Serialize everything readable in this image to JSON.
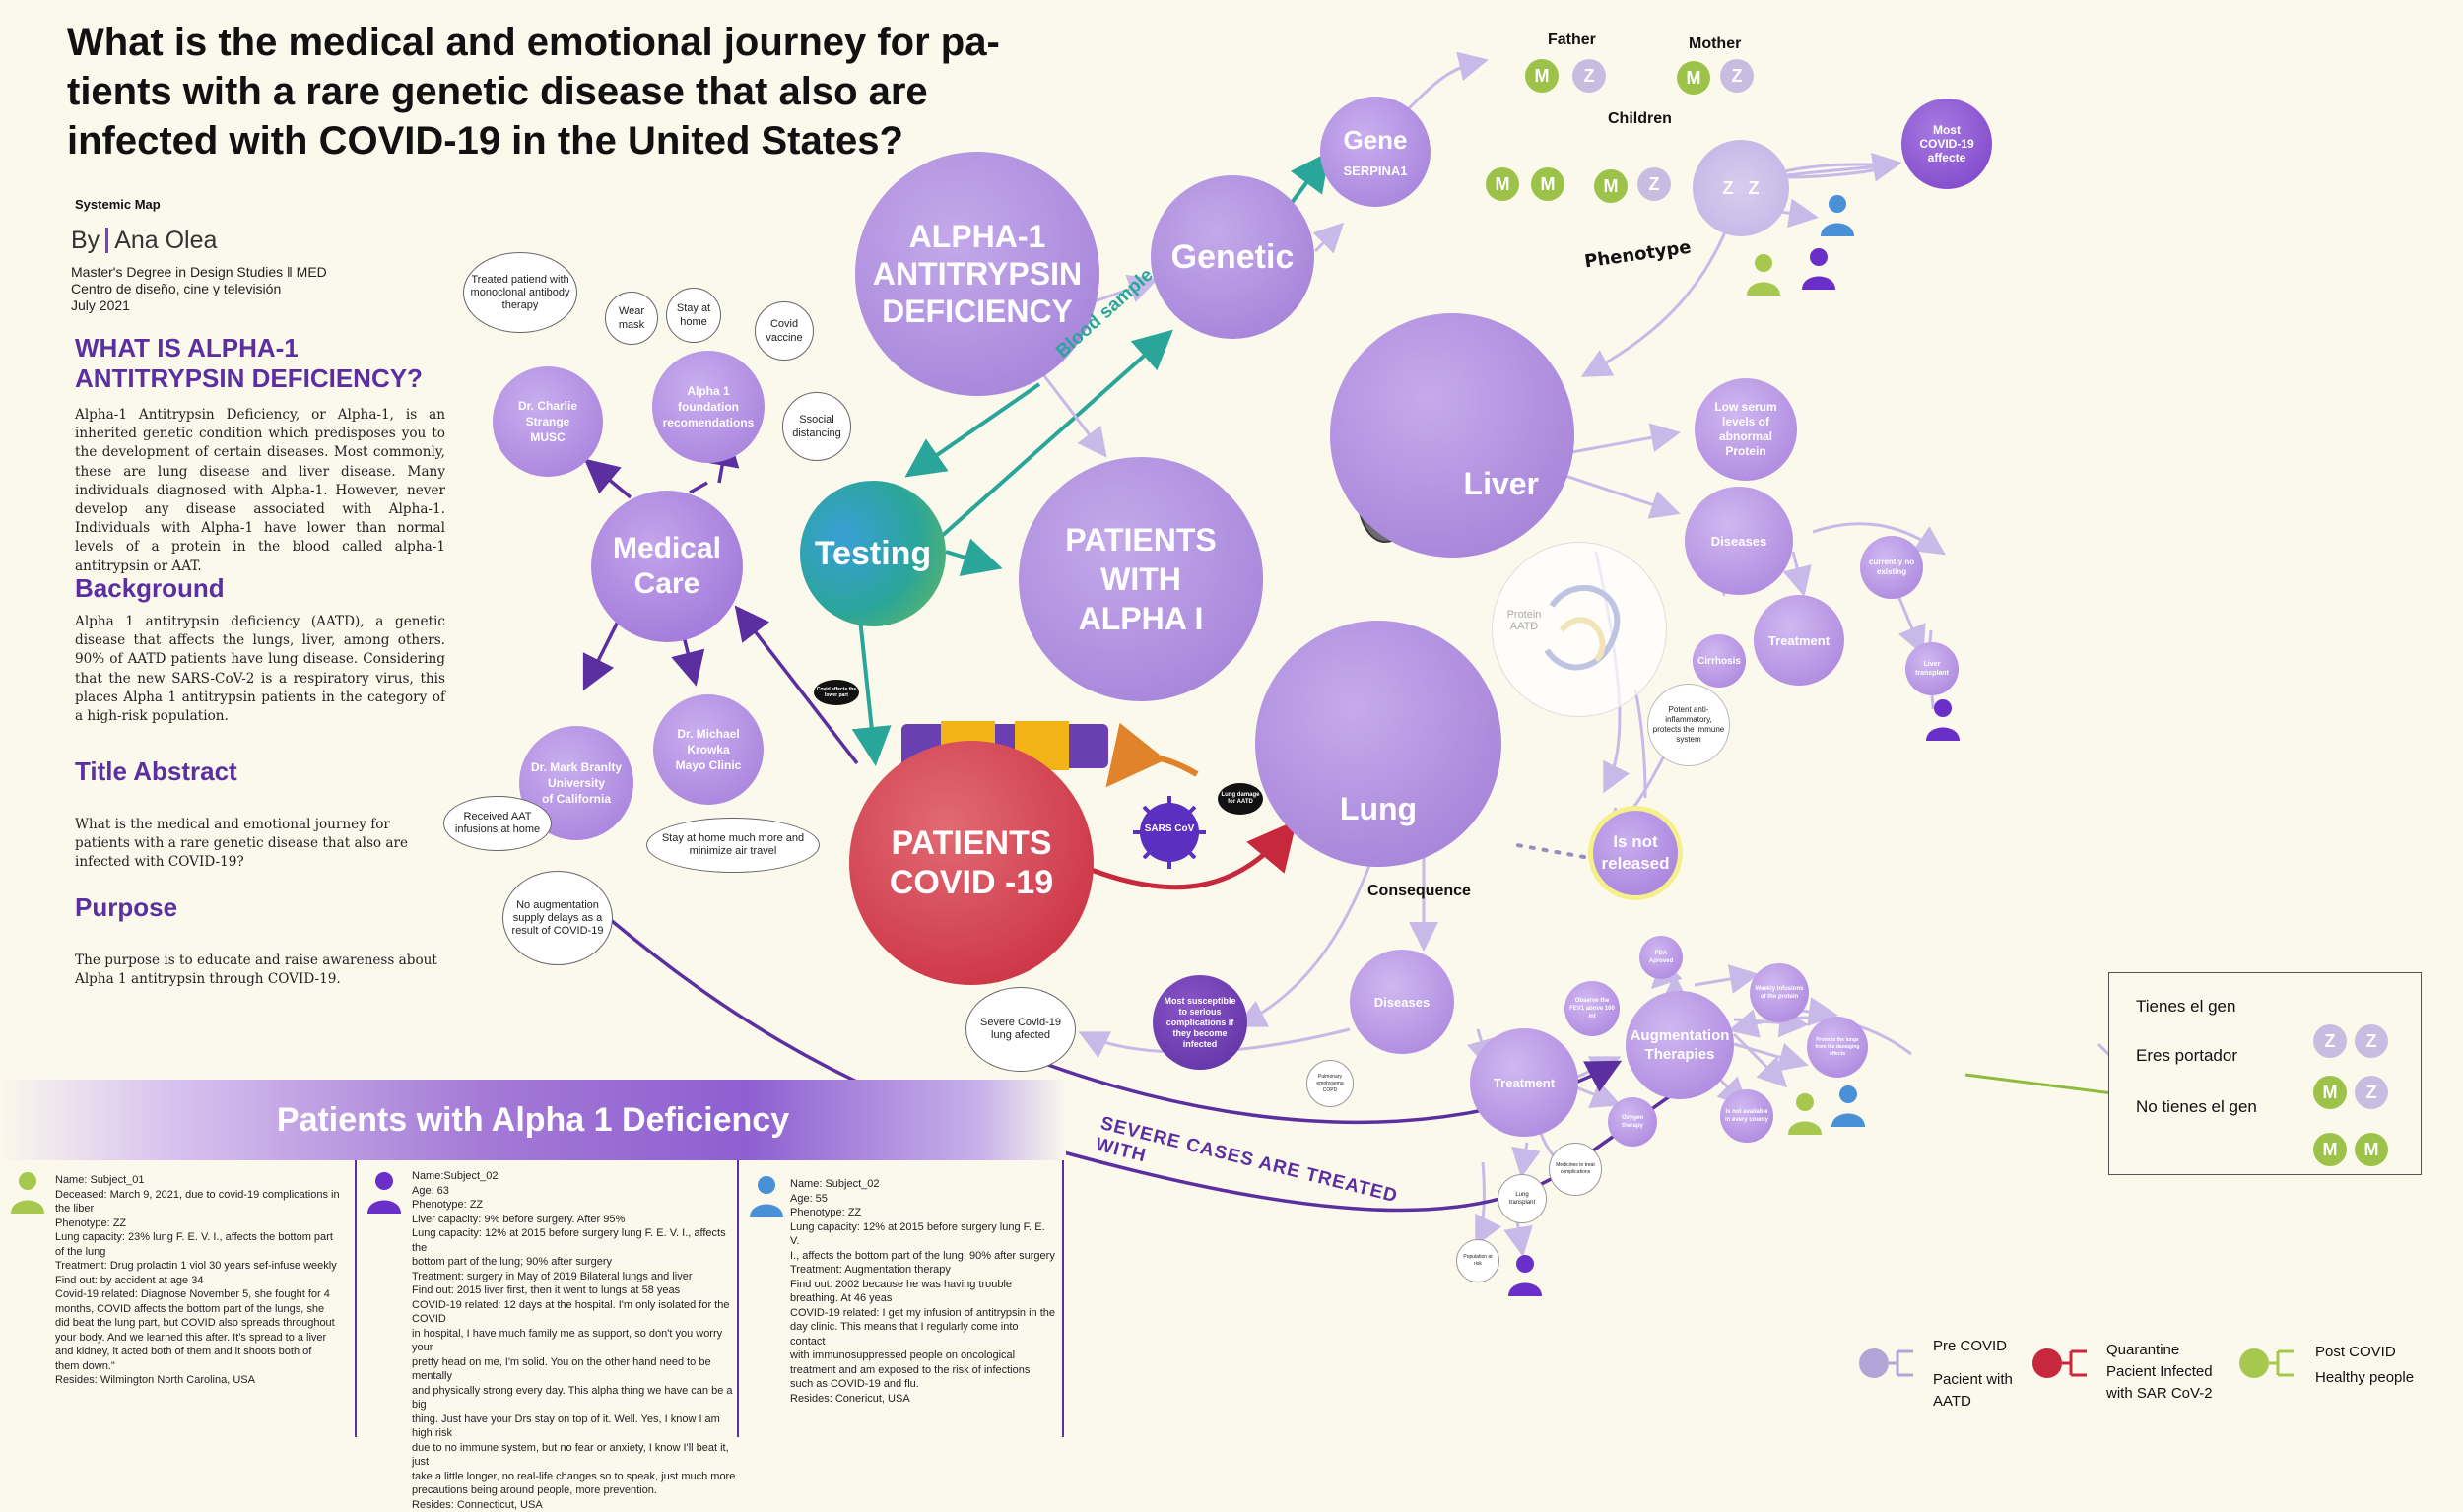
{
  "header": {
    "title": "What is the medical and emotional journey for pa-tients with a rare genetic disease that also are infected with COVID-19 in the United States?",
    "title_lines": [
      "What is the medical and emotional journey for pa-",
      "tients with a rare genetic disease that also are",
      "infected with COVID-19 in the United States?"
    ],
    "subtitle": "Systemic Map",
    "by": "By",
    "author": "Ana Olea",
    "affiliation_lines": [
      "Master's Degree in Design Studies ǁ MED",
      "Centro de diseño, cine y televisión",
      "July 2021"
    ]
  },
  "sections": [
    {
      "heading_lines": [
        "WHAT IS  ALPHA-1",
        "ANTITRYPSIN DEFICIENCY?"
      ],
      "text": "Alpha-1 Antitrypsin Deficiency, or Alpha-1, is an inherited genetic condition which predisposes you to the development of certain diseases. Most commonly, these are lung disease and liver disease. Many individuals diagnosed with Alpha-1. However, never develop any disease associated with Alpha-1. Individuals with Alpha-1 have lower than normal levels of a protein in the blood called alpha-1 antitrypsin or AAT."
    },
    {
      "heading": "Background",
      "text": "Alpha 1 antitrypsin deficiency (AATD), a genetic disease that affects the lungs, liver, among others. 90% of AATD patients have lung disease. Considering that the new SARS-CoV-2 is a respiratory virus, this places Alpha 1 antitrypsin patients in the category of a high-risk population."
    },
    {
      "heading": "Title Abstract",
      "text": "What is the medical and emotional journey for patients with a rare genetic disease that also are infected with COVID-19?"
    },
    {
      "heading": "Purpose",
      "text": "The purpose is to educate and raise awareness about Alpha 1 antitrypsin through COVID-19."
    }
  ],
  "map": {
    "alpha1_lines": [
      "ALPHA-1",
      "ANTITRYPSIN",
      "DEFICIENCY"
    ],
    "genetic": "Genetic",
    "gene": "Gene",
    "gene_name": "SERPINA1",
    "testing": "Testing",
    "blood_sample": "Blood sample",
    "patients_alpha_lines": [
      "PATIENTS",
      "WITH",
      "ALPHA I"
    ],
    "medical_care_lines": [
      "Medical",
      "Care"
    ],
    "dr_charlie": [
      "Dr. Charlie",
      "Strange",
      "MUSC"
    ],
    "alpha1_foundation": [
      "Alpha 1",
      "foundation",
      "recomendations"
    ],
    "dr_mark": [
      "Dr. Mark Branlty",
      "University",
      "of California"
    ],
    "dr_michael": [
      "Dr. Michael",
      "Krowka",
      "Mayo Clinic"
    ],
    "treated_patient": "Treated patiend with monoclonal antibody therapy",
    "wear_mask": "Wear mask",
    "stay_home": "Stay at home",
    "covid_vaccine": "Covid vaccine",
    "social_distancing": "Ssocial distancing",
    "received_aat": "Received AAT infusions at home",
    "no_augmentation": "No augmentation supply delays as a result of COVID-19",
    "stay_home_more": "Stay at home much more and minimize air travel",
    "patients_covid_lines": [
      "PATIENTS",
      "COVID -19"
    ],
    "covid_affects": "Covid affects the lower part",
    "sars_cov": "SARS CoV",
    "lung_damage": "Lung damage for AATD",
    "lung": "Lung",
    "liver": "Liver",
    "low_serum": "Low serum levels of abnormal Protein",
    "diseases": "Diseases",
    "treatment": "Treatment",
    "currently_no_existing": "currently no existing",
    "cirrhosis": "Cirrhosis",
    "liver_transplant": "Liver transplant",
    "protein_aatd": "Protein AATD",
    "potent_anti": "Potent anti-inflammatory, protects the immune system",
    "is_not_released": [
      "Is not",
      "released"
    ],
    "consequence": "Consequence",
    "most_susceptible": "Most susceptible to serious complications if they become infected",
    "severe_covid": "Severe Covid-19 lung afected",
    "severe_cases": "SEVERE CASES ARE TREATED WITH",
    "augmentation_therapies": [
      "Augmentation",
      "Therapies"
    ],
    "pulmonary_emphysema": "Pulmonary emphysema COPD",
    "lung_transplant": "Lung transplant",
    "medicines": "Medicines to treat complications",
    "population_at_risk": "Population at risk",
    "oxygen_therapy": "Oxygen therapy",
    "observe_fev1": "Observe the FEV1 above 100 ml",
    "fda_approved": "FDA Aproved",
    "weekly_infusions": "Weekly infusions of the protein",
    "protects_lungs": "Protects the lungs from the damaging effects",
    "not_available": "Is not available in every county",
    "father": "Father",
    "mother": "Mother",
    "children": "Children",
    "phenotype": "Phenotype",
    "most_affected": [
      "Most",
      "COVID-19",
      "affecte"
    ],
    "m": "M",
    "z": "Z"
  },
  "patients_banner": "Patients with Alpha 1 Deficiency",
  "patients": [
    {
      "lines": [
        "Name: Subject_01",
        "Deceased: March 9, 2021, due to covid-19 complications in",
        "the liber",
        "Phenotype: ZZ",
        "Lung capacity: 23% lung F. E. V. I., affects the bottom part",
        "of the lung",
        "Treatment: Drug prolactin 1 viol 30 years sef-infuse weekly",
        "Find out: by accident at age 34",
        "Covid-19 related:  Diagnose November 5, she fought for 4",
        "months, COVID affects the bottom part of the lungs, she",
        "did beat the lung part, but COVID also spreads throughout",
        "your body. And we learned this after. It's spread to a liver",
        "and kidney, it acted both of them and it shoots both of",
        "them down.\"",
        "Resides: Wilmington North Carolina, USA"
      ]
    },
    {
      "lines": [
        "Name:Subject_02",
        "Age: 63",
        "Phenotype: ZZ",
        "Liver capacity: 9% before surgery. After 95%",
        "Lung capacity: 12% at 2015 before surgery lung F. E. V. I., affects the",
        "bottom part of the lung; 90% after surgery",
        "Treatment: surgery in May of 2019 Bilateral lungs and liver",
        "Find out: 2015 liver first, then it went to lungs at 58 yeas",
        "COVID-19 related: 12 days at the hospital. I'm only isolated for the COVID",
        "in hospital, I have much family me as support, so don't you worry your",
        "pretty head on me, I'm solid. You on the other hand need to be mentally",
        "and physically strong every day. This alpha thing we have can be a big",
        "thing. Just have your Drs stay on top of it. Well. Yes, I know I am high risk",
        "due to no immune system, but no fear or anxiety, I know I'll beat it, just",
        "take a little longer, no real-life changes so to speak, just much more",
        "precautions being around people, more prevention.",
        "Resides: Connecticut, USA"
      ]
    },
    {
      "lines": [
        "Name: Subject_02",
        "Age: 55",
        "Phenotype: ZZ",
        "Lung capacity: 12% at 2015 before surgery lung F. E. V.",
        "I., affects the bottom part of the lung; 90% after surgery",
        "Treatment: Augmentation therapy",
        "Find out: 2002 because he was having trouble",
        "breathing. At 46 yeas",
        "COVID-19 related: I get my infusion of antitrypsin in the",
        "day clinic. This means that I regularly come into contact",
        "with immunosuppressed people on oncological",
        "treatment and am exposed to the risk of infections",
        "such as COVID-19 and flu.",
        "Resides: Conericut, USA"
      ]
    }
  ],
  "genotype_legend": [
    {
      "label": "Tienes el gen",
      "a": "Z",
      "b": "Z"
    },
    {
      "label": "Eres portador",
      "a": "M",
      "b": "Z"
    },
    {
      "label": "No tienes el gen",
      "a": "M",
      "b": "M"
    }
  ],
  "status_legend": [
    {
      "title": "Pre COVID",
      "desc": "Pacient with AATD",
      "color": "#b3a4d8"
    },
    {
      "title": "Quarantine",
      "desc": "Pacient Infected with SAR CoV-2",
      "color": "#c8283c"
    },
    {
      "title": "Post COVID",
      "desc": "Healthy people",
      "color": "#a6c84e"
    }
  ],
  "colors": {
    "purple": "#9a72d0",
    "violet_text": "#5b2fa0",
    "covid_red": "#d8424e",
    "testing_teal": "#2aa59a",
    "lime": "#9cc24a",
    "orange": "#e0832a"
  }
}
